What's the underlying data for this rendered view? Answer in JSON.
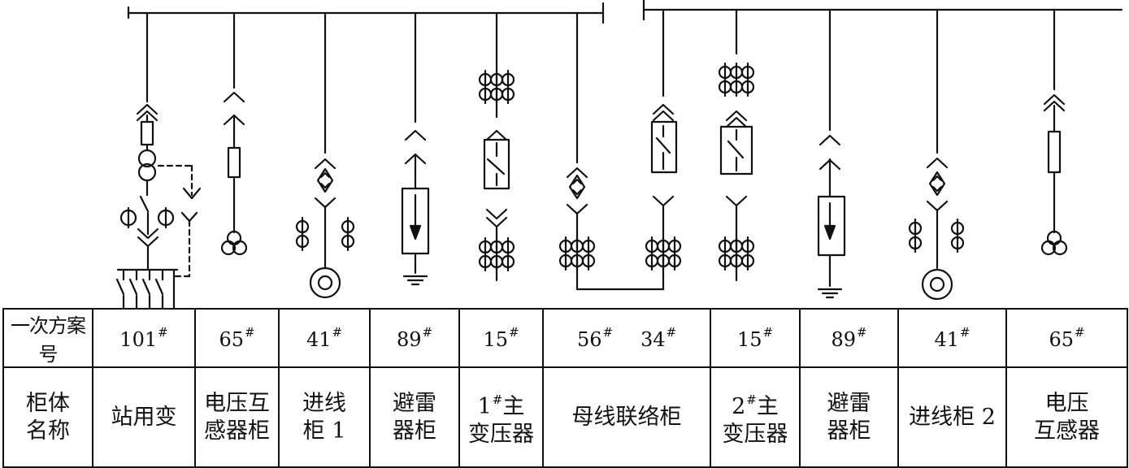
{
  "table": {
    "row1_header": "一次方案号",
    "row2_header": "柜体\n名称",
    "codes": [
      {
        "num": "101",
        "mark": "#"
      },
      {
        "num": "65",
        "mark": "#"
      },
      {
        "num": "41",
        "mark": "#"
      },
      {
        "num": "89",
        "mark": "#"
      },
      {
        "num": "15",
        "mark": "#"
      },
      {
        "num": "56",
        "mark": "#",
        "num2": "34",
        "mark2": "#"
      },
      {
        "num": "15",
        "mark": "#"
      },
      {
        "num": "89",
        "mark": "#"
      },
      {
        "num": "41",
        "mark": "#"
      },
      {
        "num": "65",
        "mark": "#"
      }
    ],
    "names": [
      {
        "text": "站用变"
      },
      {
        "text": "电压互\n感器柜"
      },
      {
        "text": "进线\n柜 1"
      },
      {
        "text": "避雷\n器柜"
      },
      {
        "pre": "1",
        "mark": "#",
        "text": "主\n变压器"
      },
      {
        "text": "母线联络柜"
      },
      {
        "pre": "2",
        "mark": "#",
        "text": "主\n变压器"
      },
      {
        "text": "避雷\n器柜"
      },
      {
        "text": "进线柜 2"
      },
      {
        "text": "电压\n互感器"
      }
    ]
  }
}
